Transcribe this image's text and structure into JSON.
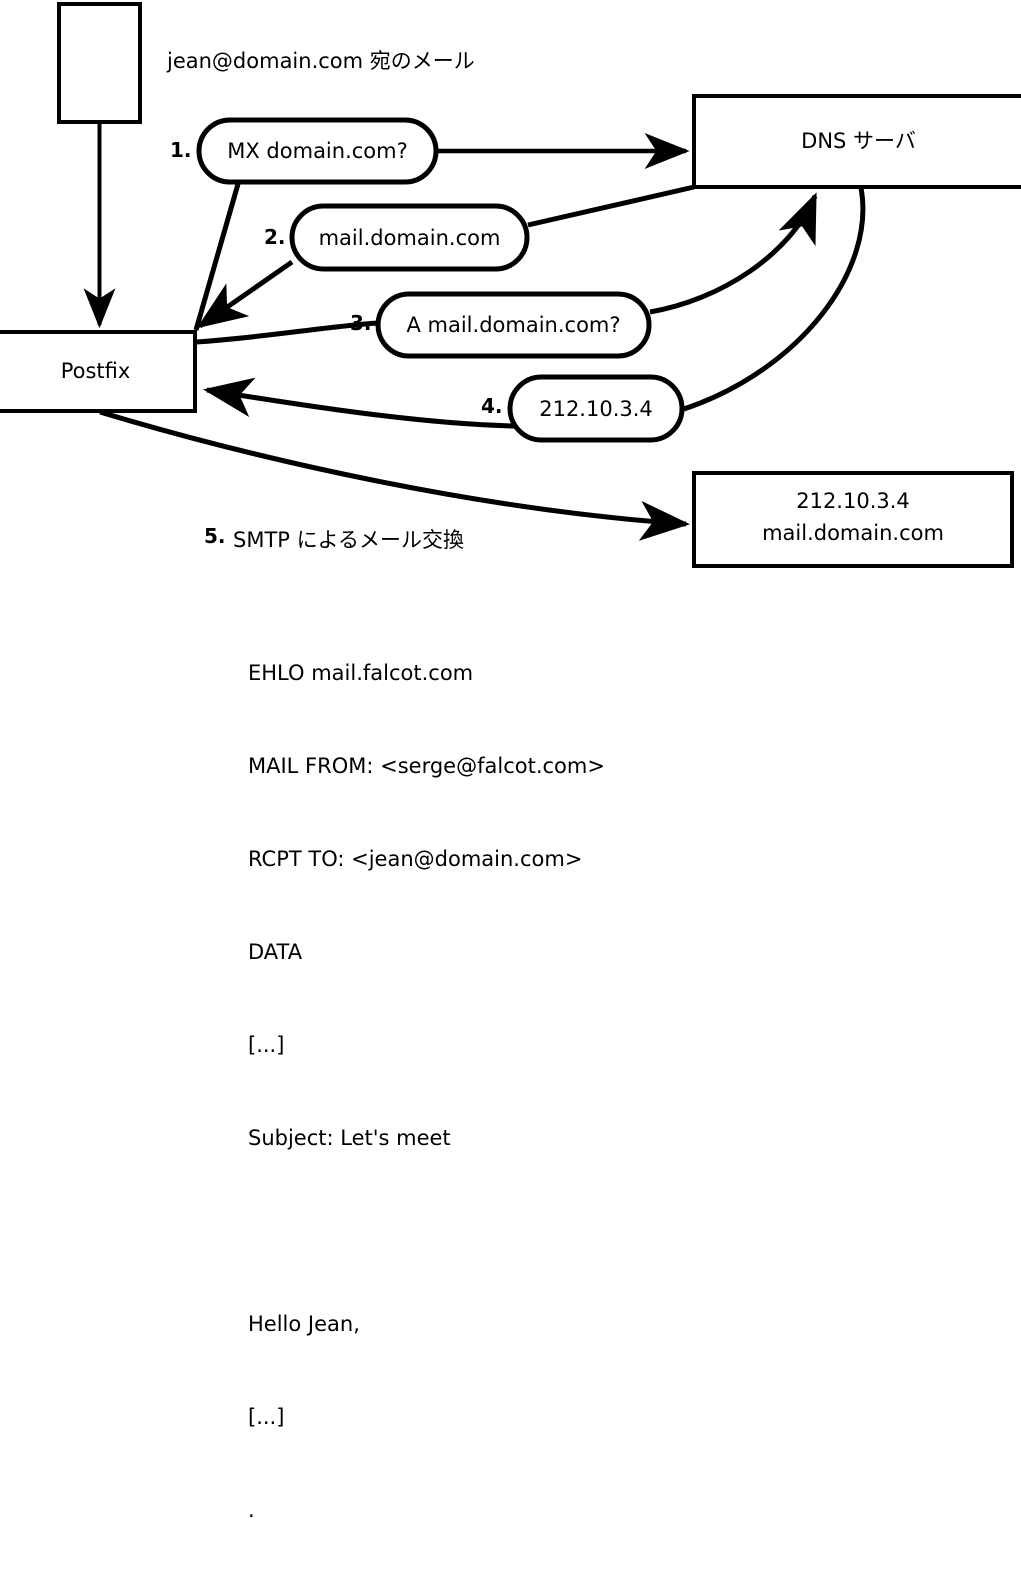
{
  "diagram": {
    "caption": "jean@domain.com 宛のメール",
    "nodes": [
      {
        "id": "mua",
        "label": ""
      },
      {
        "id": "postfix",
        "label": "Postfix"
      },
      {
        "id": "dns",
        "label": "DNS サーバ"
      },
      {
        "id": "mailserver",
        "label_line1": "212.10.3.4",
        "label_line2": "mail.domain.com"
      }
    ],
    "steps": [
      {
        "num": "1.",
        "label": "MX domain.com?"
      },
      {
        "num": "2.",
        "label": "mail.domain.com"
      },
      {
        "num": "3.",
        "label": "A mail.domain.com?"
      },
      {
        "num": "4.",
        "label": "212.10.3.4"
      },
      {
        "num": "5.",
        "label": "SMTP によるメール交換"
      }
    ],
    "transcript": [
      "EHLO mail.falcot.com",
      "MAIL FROM: <serge@falcot.com>",
      "RCPT TO: <jean@domain.com>",
      "DATA",
      "[...]",
      "Subject: Let's meet",
      "",
      "Hello Jean,",
      "[...]",
      "."
    ],
    "colors": {
      "stroke": "#000000",
      "fill": "#ffffff",
      "text": "#000000"
    }
  }
}
